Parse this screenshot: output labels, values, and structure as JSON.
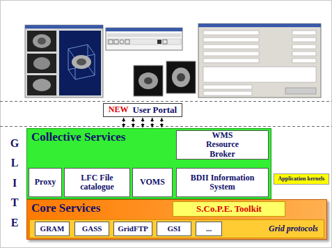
{
  "diagram": {
    "nodes": [
      {
        "text": [
          "NEW",
          "User Portal"
        ]
      },
      {
        "text": [
          "Collective Services"
        ]
      },
      {
        "text": [
          "WMS Resource Broker"
        ],
        "in": 1
      },
      {
        "text": [
          "Proxy"
        ],
        "in": 1
      },
      {
        "text": [
          "LFC File catalogue"
        ],
        "in": 1
      },
      {
        "text": [
          "VOMS"
        ],
        "in": 1
      },
      {
        "text": [
          "BDII Information System"
        ],
        "in": 1
      },
      {
        "text": [
          "Application kernels"
        ]
      },
      {
        "text": [
          "Core Services"
        ]
      },
      {
        "text": [
          "S.Co.P.E. Toolkit"
        ],
        "in": 8
      },
      {
        "text": [
          "Grid protocols"
        ],
        "in": 8
      },
      {
        "text": [
          "GRAM"
        ],
        "in": 10
      },
      {
        "text": [
          "GASS"
        ],
        "in": 10
      },
      {
        "text": [
          "GridFTP"
        ],
        "in": 10
      },
      {
        "text": [
          "GSI"
        ],
        "in": 10
      },
      {
        "text": [
          "..."
        ],
        "in": 10
      }
    ],
    "edges": [
      {
        "from": 0,
        "to": 1,
        "arrow": "both"
      },
      {
        "from": 0,
        "to": 1,
        "arrow": "both"
      },
      {
        "from": 0,
        "to": 1,
        "arrow": "both"
      },
      {
        "from": 0,
        "to": 1,
        "arrow": "both"
      },
      {
        "from": 0,
        "to": 1,
        "arrow": "both"
      }
    ],
    "labels": [
      "G",
      "L",
      "I",
      "T",
      "E"
    ]
  }
}
